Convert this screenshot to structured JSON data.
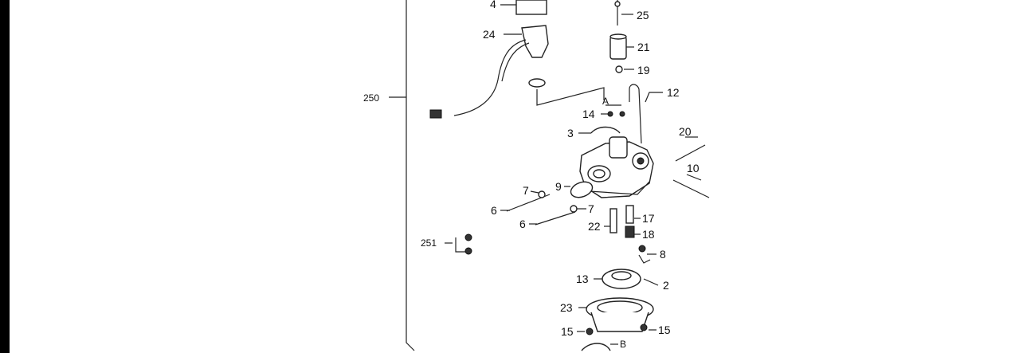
{
  "labels": {
    "l4": "4",
    "l25": "25",
    "l24": "24",
    "l21": "21",
    "l19": "19",
    "l250": "250",
    "l12": "12",
    "lA": "A",
    "l14": "14",
    "l3": "3",
    "l20": "20",
    "l10": "10",
    "l9": "9",
    "l7a": "7",
    "l6a": "6",
    "l7b": "7",
    "l6b": "6",
    "l17": "17",
    "l22": "22",
    "l18": "18",
    "l251": "251",
    "l8": "8",
    "l13": "13",
    "l2": "2",
    "l23": "23",
    "l15a": "15",
    "l15b": "15",
    "lB": "B"
  }
}
